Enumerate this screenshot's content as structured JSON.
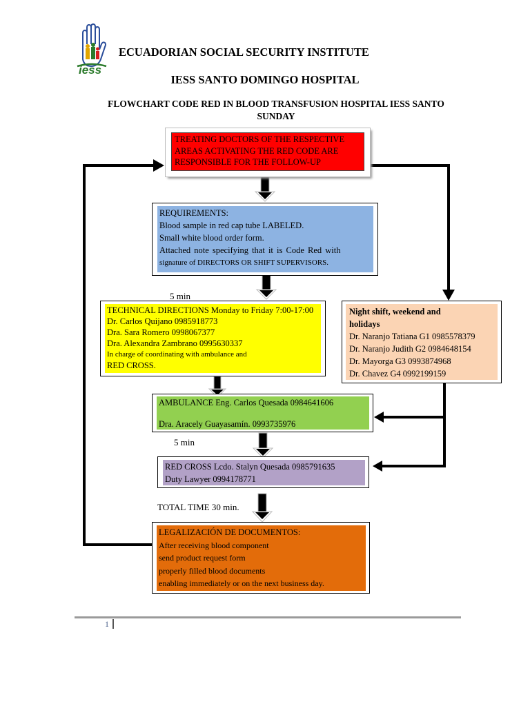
{
  "header": {
    "institute": "ECUADORIAN SOCIAL SECURITY INSTITUTE",
    "hospital": "IESS SANTO DOMINGO HOSPITAL",
    "title_line1": "FLOWCHART CODE RED IN BLOOD TRANSFUSION HOSPITAL IESS SANTO",
    "title_line2": "SUNDAY",
    "logo_text": "iess"
  },
  "colors": {
    "red": "#ff0000",
    "blue": "#8db3e2",
    "yellow": "#ffff00",
    "peach": "#fbd4b4",
    "green": "#92d050",
    "purple": "#b2a1c7",
    "orange": "#e36c0a"
  },
  "nodes": {
    "doctors": {
      "lines": [
        "TREATING DOCTORS OF THE RESPECTIVE",
        "AREAS ACTIVATING THE RED CODE ARE",
        "RESPONSIBLE FOR THE FOLLOW-UP"
      ]
    },
    "requirements": {
      "l1": "REQUIREMENTS:",
      "l2": "Blood sample in red cap tube LABELED.",
      "l3": "Small white blood order form.",
      "l4": "Attached note specifying that it is Code Red with",
      "l5": "signature of DIRECTORS OR SHIFT SUPERVISORS."
    },
    "technical": {
      "l1": "TECHNICAL DIRECTIONS Monday to Friday 7:00-17:00",
      "l2": "Dr. Carlos Quijano 0985918773",
      "l3": "Dra. Sara Romero 0998067377",
      "l4": "Dra. Alexandra Zambrano 0995630337",
      "l5": "In charge of coordinating with ambulance and",
      "l6": "RED CROSS."
    },
    "night": {
      "l1": "Night shift, weekend and",
      "l2": "holidays",
      "l3": "Dr. Naranjo Tatiana G1 0985578379",
      "l4": "Dr. Naranjo Judith G2 0984648154",
      "l5": "Dr. Mayorga G3 0993874968",
      "l6": "Dr. Chavez G4 0992199159"
    },
    "ambulance": {
      "l1": "AMBULANCE Eng. Carlos Quesada 0984641606",
      "l2": "Dra. Aracely Guayasamín. 0993735976"
    },
    "redcross": {
      "l1": "RED CROSS Lcdo. Stalyn Quesada 0985791635",
      "l2": "Duty Lawyer 0994178771"
    },
    "legal": {
      "l1": "LEGALIZACIÓN DE DOCUMENTOS:",
      "l2": "After receiving blood component",
      "l3": "send product request form",
      "l4": "properly filled blood documents",
      "l5": "enabling immediately or on the next business day."
    }
  },
  "labels": {
    "time1": "5 min",
    "time2": "5 min",
    "total": "TOTAL TIME 30 min."
  },
  "footer": {
    "page": "1"
  }
}
